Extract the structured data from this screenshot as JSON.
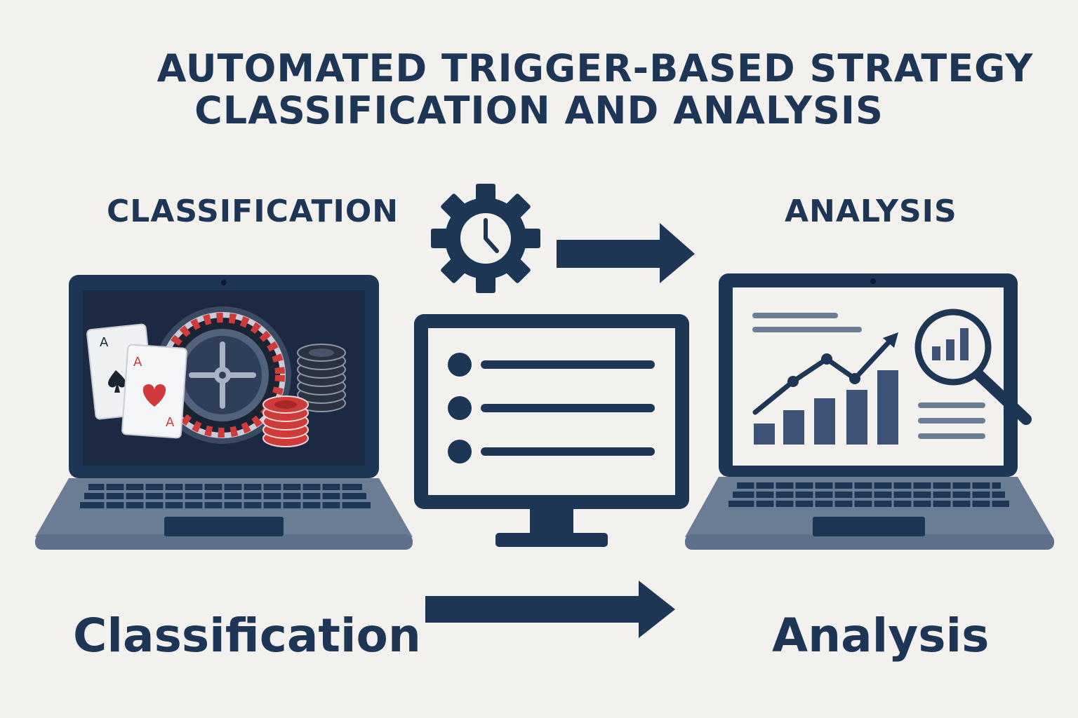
{
  "title": {
    "line1": "AUTOMATED TRIGGER-BASED STRATEGY",
    "line2": "CLASSIFICATION AND ANALYSIS"
  },
  "headings": {
    "left": "CLASSIFICATION",
    "right": "ANALYSIS"
  },
  "bottom": {
    "left": "Classification",
    "right": "Analysis"
  },
  "cards": {
    "card1_rank": "A",
    "card2_rank_top": "A",
    "card2_rank_bottom": "A"
  },
  "colors": {
    "navy": "#1e3655",
    "slate": "#5d6f89",
    "screen_dark": "#1b2a42",
    "red": "#cf3b3b",
    "background": "#f2f1ee"
  },
  "icons": [
    "gear-clock-icon",
    "arrow-right-icon",
    "magnifier-bar-chart-icon",
    "playing-card-icon",
    "roulette-wheel-icon",
    "poker-chips-icon"
  ]
}
